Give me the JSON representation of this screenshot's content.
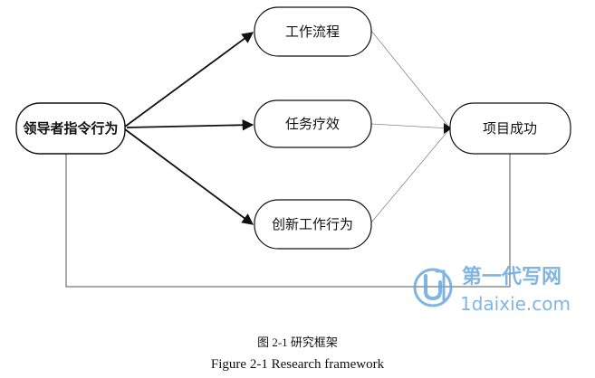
{
  "nodes": {
    "leader": "领导者指令行为",
    "workflow": "工作流程",
    "task": "任务疗效",
    "innovation": "创新工作行为",
    "success": "项目成功"
  },
  "watermark": {
    "brand": "第一代写网",
    "url": "1daixie.com",
    "color": "#6aa9de"
  },
  "caption": {
    "cn": "图 2-1  研究框架",
    "en": "Figure 2-1  Research framework"
  }
}
